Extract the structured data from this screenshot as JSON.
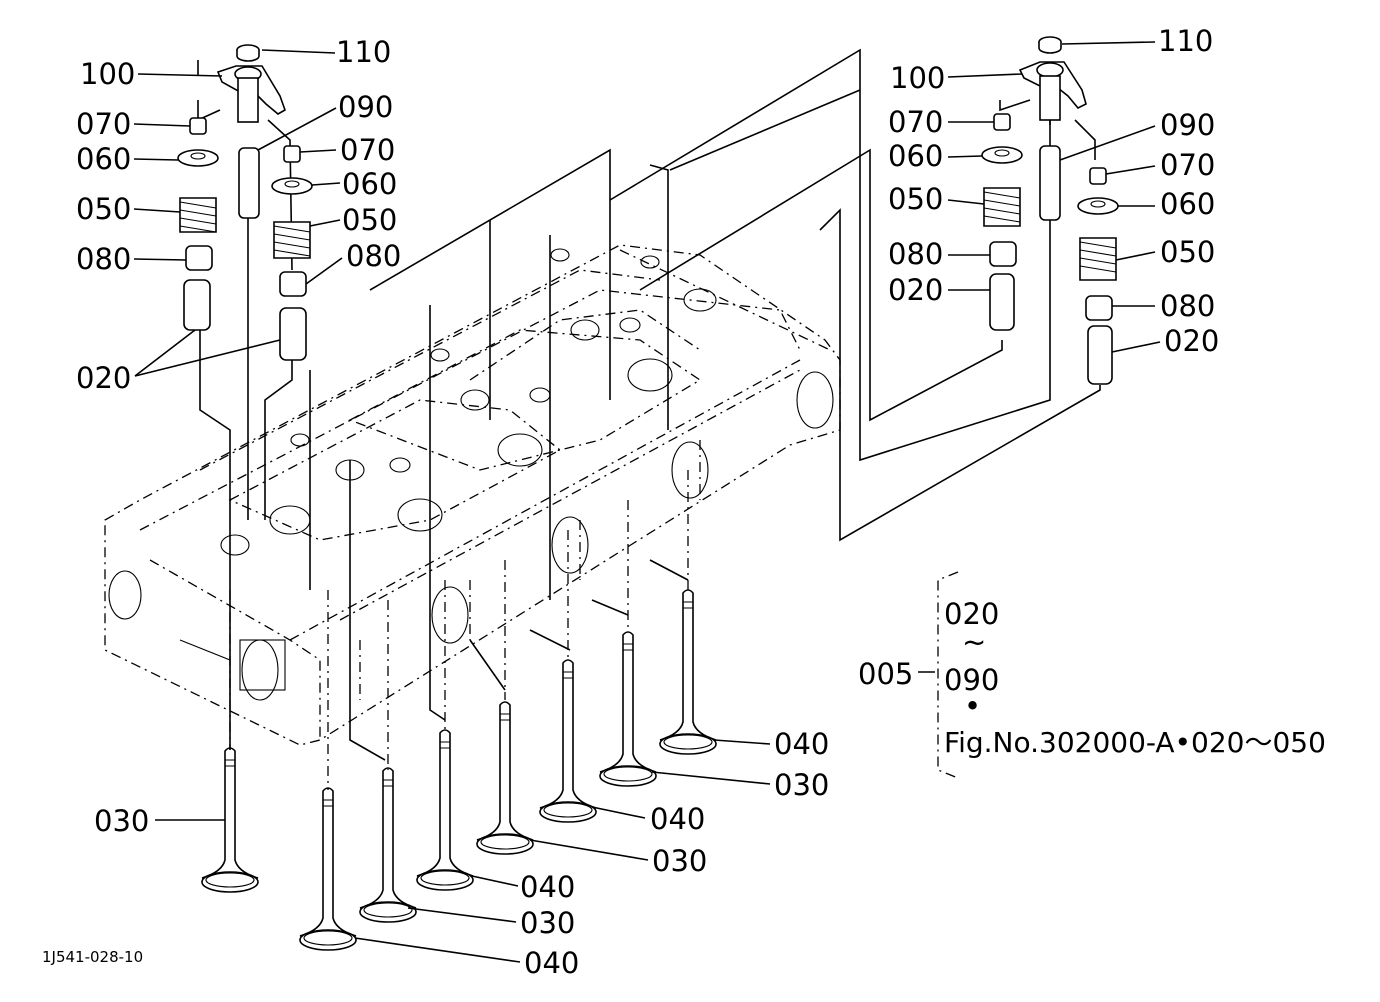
{
  "figure_code": "1J541-028-10",
  "callouts": {
    "left_rocker": {
      "c110": "110",
      "c100": "100",
      "c090": "090",
      "c070a": "070",
      "c060a": "060",
      "c050a": "050",
      "c080a": "080",
      "c070b": "070",
      "c060b": "060",
      "c050b": "050",
      "c080b": "080",
      "c020": "020"
    },
    "right_rocker": {
      "c110": "110",
      "c100": "100",
      "c070a": "070",
      "c060a": "060",
      "c050a": "050",
      "c080a": "080",
      "c020a": "020",
      "c090": "090",
      "c070b": "070",
      "c060b": "060",
      "c050b": "050",
      "c080b": "080",
      "c020b": "020"
    },
    "valves": {
      "v1": "030",
      "v2": "040",
      "v3": "030",
      "v4": "040",
      "v5": "030",
      "v6": "040",
      "v7": "030",
      "v8": "040"
    }
  },
  "assembly_note": {
    "code": "005",
    "range_start": "020",
    "range_mark": "~",
    "range_end": "090",
    "bullet": "•",
    "reference": "Fig.No.302000-A•020～050"
  }
}
